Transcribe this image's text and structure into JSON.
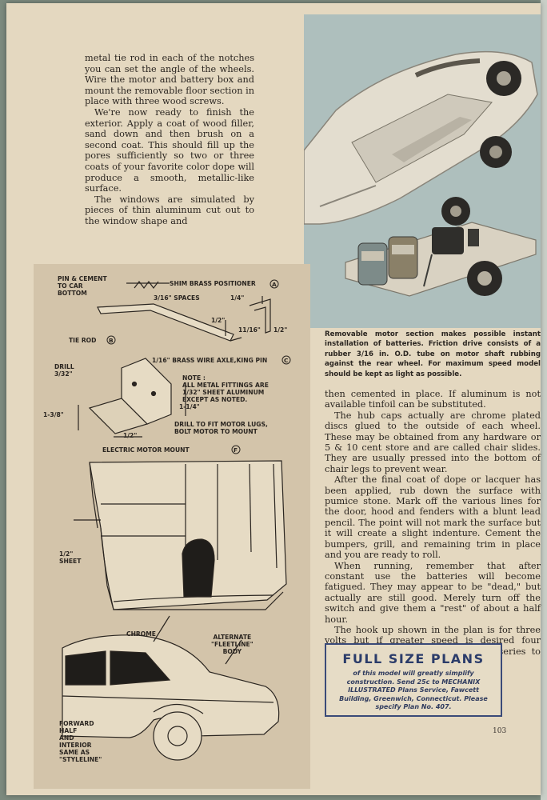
{
  "left_column": [
    "metal tie rod in each of the notches you can set the angle of the wheels. Wire the motor and battery box and mount the removable floor section in place with three wood screws.",
    "We're now ready to finish the exterior. Apply a coat of wood filler, sand down and then brush on a second coat. This should fill up the pores sufficiently so two or three coats of your favorite color dope will produce a smooth, metallic-like surface.",
    "The windows are simulated by pieces of thin aluminum cut out to the window shape and"
  ],
  "photo_caption": "Removable motor section makes possible instant installation of batteries. Friction drive consists of a rubber 3/16 in. O.D. tube on motor shaft rubbing against the rear wheel. For maximum speed model should be kept as light as possible.",
  "right_column": [
    "then cemented in place. If aluminum is not available tinfoil can be substituted.",
    "The hub caps actually are chrome plated discs glued to the outside of each wheel. These may be obtained from any hardware or 5 & 10 cent store and are called chair slides. They are usually pressed into the bottom of chair legs to prevent wear.",
    "After the final coat of dope or lacquer has been applied, rub down the surface with pumice stone. Mark off the various lines for the door, hood and fenders with a blunt lead pencil. The point will not mark the surface but it will create a slight indenture. Cement the bumpers, grill, and remaining trim in place and you are ready to roll.",
    "When running, remember that after constant use the batteries will become fatigued. They may appear to be \"dead,\" but actually are still good. Merely turn off the switch and give them a \"rest\" of about a half hour.",
    "The hook up shown in the plan is for three volts but if greater speed is desired four penlite cells can be hooked up in series to produce six volts—and plenty of zip. •"
  ],
  "plans_box": {
    "title": "FULL SIZE PLANS",
    "body": "of this model will greatly simplify construction. Send 25c to MECHANIX ILLUSTRATED Plans Service, Fawcett Building, Greenwich, Connecticut. Please specify Plan No. 407."
  },
  "page_number": "103",
  "diagram_labels": {
    "pin_cement": "PIN & CEMENT\nTO CAR\nBOTTOM",
    "shim": "SHIM BRASS POSITIONER",
    "shim_mark": "A",
    "spaces": "3/16\" SPACES",
    "dim_quarter": "1/4\"",
    "dim_half_a": "1/2\"",
    "dim_eleven": "11/16\"",
    "dim_half_b": "1/2\"",
    "tie_rod": "TIE ROD",
    "tie_rod_mark": "B",
    "axle": "1/16\" BRASS WIRE AXLE,KING PIN",
    "axle_mark": "C",
    "drill": "DRILL\n3/32\"",
    "note": "NOTE :\nALL METAL FITTINGS ARE\n1/32\" SHEET ALUMINUM\nEXCEPT AS NOTED.",
    "dim_one_quarter": "1-1/4\"",
    "dim_three_eighth": "1-3/8\"",
    "drill_lugs": "DRILL TO FIT MOTOR LUGS,\nBOLT MOTOR TO MOUNT",
    "dim_half_c": "1/2\"",
    "motor_mount": "ELECTRIC MOTOR MOUNT",
    "motor_mount_mark": "F",
    "sheet": "1/2\"\nSHEET",
    "chrome": "CHROME",
    "alternate": "ALTERNATE\n\"FLEETLINE\"\nBODY",
    "forward_half": "FORWARD\nHALF\nAND\nINTERIOR\nSAME AS\n\"STYLELINE\""
  },
  "colors": {
    "paper": "#e4d8c0",
    "photo_bg": "#aebfbd",
    "diagram_bg": "#d3c4aa",
    "box_border": "#3a4a78"
  }
}
